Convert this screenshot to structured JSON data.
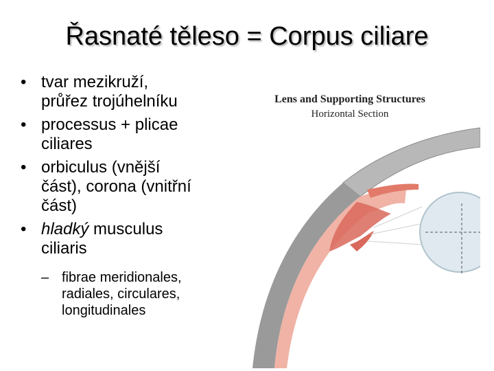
{
  "slide": {
    "title": "Řasnaté těleso = Corpus ciliare",
    "bullet_glyph": "•",
    "dash_glyph": "–",
    "bullets": [
      {
        "lines": [
          "tvar mezikruží,",
          "průřez trojúhelníku"
        ]
      },
      {
        "lines": [
          "processus + plicae",
          "ciliares"
        ]
      },
      {
        "lines": [
          "orbiculus (vnější",
          "část), corona (vnitřní",
          "část)"
        ]
      },
      {
        "italic": "hladký",
        "rest": " musculus",
        "line2": "ciliaris"
      }
    ],
    "sub_bullet": {
      "lines": [
        "fibrae meridionales,",
        "radiales, circulares,",
        "longitudinales"
      ]
    }
  },
  "figure": {
    "title": "Lens and Supporting Structures",
    "subtitle": "Horizontal Section",
    "colors": {
      "sclera": "#9a9a9a",
      "ciliary_body": "#f0b3a6",
      "muscle": "#d9695c",
      "iris": "#e27a6a",
      "lens": "#dfe9ef",
      "axis": "#555555"
    }
  }
}
